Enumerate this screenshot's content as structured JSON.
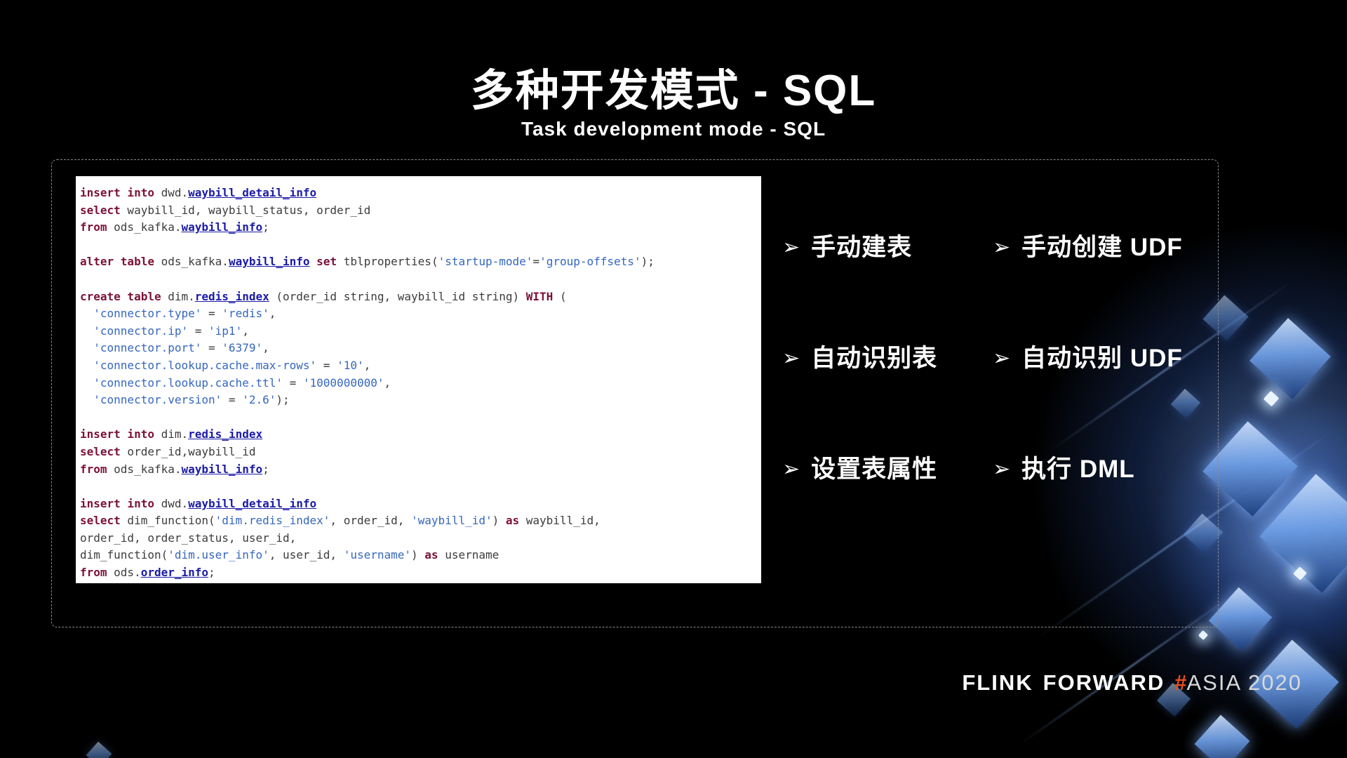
{
  "slide": {
    "title": "多种开发模式 - SQL",
    "subtitle": "Task development mode - SQL"
  },
  "bullets": {
    "arrow": "➢",
    "items": [
      {
        "label": "手动建表"
      },
      {
        "label": "手动创建 UDF"
      },
      {
        "label": "自动识别表"
      },
      {
        "label": "自动识别 UDF"
      },
      {
        "label": "设置表属性"
      },
      {
        "label": "执行 DML"
      }
    ]
  },
  "code": {
    "lines": [
      [
        {
          "t": "insert into",
          "c": "kw"
        },
        {
          "t": " dwd.",
          "c": "pl"
        },
        {
          "t": "waybill_detail_info",
          "c": "tbl"
        }
      ],
      [
        {
          "t": "select",
          "c": "kw"
        },
        {
          "t": " waybill_id, waybill_status, order_id",
          "c": "pl"
        }
      ],
      [
        {
          "t": "from",
          "c": "kw"
        },
        {
          "t": " ods_kafka.",
          "c": "pl"
        },
        {
          "t": "waybill_info",
          "c": "tbl"
        },
        {
          "t": ";",
          "c": "pl"
        }
      ],
      [],
      [
        {
          "t": "alter table",
          "c": "kw"
        },
        {
          "t": " ods_kafka.",
          "c": "pl"
        },
        {
          "t": "waybill_info",
          "c": "tbl"
        },
        {
          "t": " ",
          "c": "pl"
        },
        {
          "t": "set",
          "c": "kw"
        },
        {
          "t": " tblproperties(",
          "c": "pl"
        },
        {
          "t": "'startup-mode'",
          "c": "str"
        },
        {
          "t": "=",
          "c": "pl"
        },
        {
          "t": "'group-offsets'",
          "c": "str"
        },
        {
          "t": ");",
          "c": "pl"
        }
      ],
      [],
      [
        {
          "t": "create table",
          "c": "kw"
        },
        {
          "t": " dim.",
          "c": "pl"
        },
        {
          "t": "redis_index",
          "c": "tbl"
        },
        {
          "t": " (order_id string, waybill_id string) ",
          "c": "pl"
        },
        {
          "t": "WITH",
          "c": "kw"
        },
        {
          "t": " (",
          "c": "pl"
        }
      ],
      [
        {
          "t": "  ",
          "c": "pl"
        },
        {
          "t": "'connector.type'",
          "c": "str"
        },
        {
          "t": " = ",
          "c": "pl"
        },
        {
          "t": "'redis'",
          "c": "str"
        },
        {
          "t": ",",
          "c": "pl"
        }
      ],
      [
        {
          "t": "  ",
          "c": "pl"
        },
        {
          "t": "'connector.ip'",
          "c": "str"
        },
        {
          "t": " = ",
          "c": "pl"
        },
        {
          "t": "'ip1'",
          "c": "str"
        },
        {
          "t": ",",
          "c": "pl"
        }
      ],
      [
        {
          "t": "  ",
          "c": "pl"
        },
        {
          "t": "'connector.port'",
          "c": "str"
        },
        {
          "t": " = ",
          "c": "pl"
        },
        {
          "t": "'6379'",
          "c": "str"
        },
        {
          "t": ",",
          "c": "pl"
        }
      ],
      [
        {
          "t": "  ",
          "c": "pl"
        },
        {
          "t": "'connector.lookup.cache.max-rows'",
          "c": "str"
        },
        {
          "t": " = ",
          "c": "pl"
        },
        {
          "t": "'10'",
          "c": "str"
        },
        {
          "t": ",",
          "c": "pl"
        }
      ],
      [
        {
          "t": "  ",
          "c": "pl"
        },
        {
          "t": "'connector.lookup.cache.ttl'",
          "c": "str"
        },
        {
          "t": " = ",
          "c": "pl"
        },
        {
          "t": "'1000000000'",
          "c": "str"
        },
        {
          "t": ",",
          "c": "pl"
        }
      ],
      [
        {
          "t": "  ",
          "c": "pl"
        },
        {
          "t": "'connector.version'",
          "c": "str"
        },
        {
          "t": " = ",
          "c": "pl"
        },
        {
          "t": "'2.6'",
          "c": "str"
        },
        {
          "t": ");",
          "c": "pl"
        }
      ],
      [],
      [
        {
          "t": "insert into",
          "c": "kw"
        },
        {
          "t": " dim.",
          "c": "pl"
        },
        {
          "t": "redis_index",
          "c": "tbl"
        }
      ],
      [
        {
          "t": "select",
          "c": "kw"
        },
        {
          "t": " order_id,waybill_id",
          "c": "pl"
        }
      ],
      [
        {
          "t": "from",
          "c": "kw"
        },
        {
          "t": " ods_kafka.",
          "c": "pl"
        },
        {
          "t": "waybill_info",
          "c": "tbl"
        },
        {
          "t": ";",
          "c": "pl"
        }
      ],
      [],
      [
        {
          "t": "insert into",
          "c": "kw"
        },
        {
          "t": " dwd.",
          "c": "pl"
        },
        {
          "t": "waybill_detail_info",
          "c": "tbl"
        }
      ],
      [
        {
          "t": "select",
          "c": "kw"
        },
        {
          "t": " dim_function(",
          "c": "pl"
        },
        {
          "t": "'dim.redis_index'",
          "c": "str"
        },
        {
          "t": ", order_id, ",
          "c": "pl"
        },
        {
          "t": "'waybill_id'",
          "c": "str"
        },
        {
          "t": ") ",
          "c": "pl"
        },
        {
          "t": "as",
          "c": "kw"
        },
        {
          "t": " waybill_id,",
          "c": "pl"
        }
      ],
      [
        {
          "t": "order_id, order_status, user_id,",
          "c": "pl"
        }
      ],
      [
        {
          "t": "dim_function(",
          "c": "pl"
        },
        {
          "t": "'dim.user_info'",
          "c": "str"
        },
        {
          "t": ", user_id, ",
          "c": "pl"
        },
        {
          "t": "'username'",
          "c": "str"
        },
        {
          "t": ") ",
          "c": "pl"
        },
        {
          "t": "as",
          "c": "kw"
        },
        {
          "t": " username",
          "c": "pl"
        }
      ],
      [
        {
          "t": "from",
          "c": "kw"
        },
        {
          "t": " ods.",
          "c": "pl"
        },
        {
          "t": "order_info",
          "c": "tbl"
        },
        {
          "t": ";",
          "c": "pl"
        }
      ]
    ]
  },
  "footer": {
    "flink": "FLINK",
    "forward": "FORWARD",
    "hash": "#",
    "event": "ASIA 2020"
  },
  "colors": {
    "keyword": "#7c1138",
    "table": "#1b1ba8",
    "string": "#3566c0",
    "code_text": "#3c3c3c",
    "accent": "#e84e1b"
  }
}
